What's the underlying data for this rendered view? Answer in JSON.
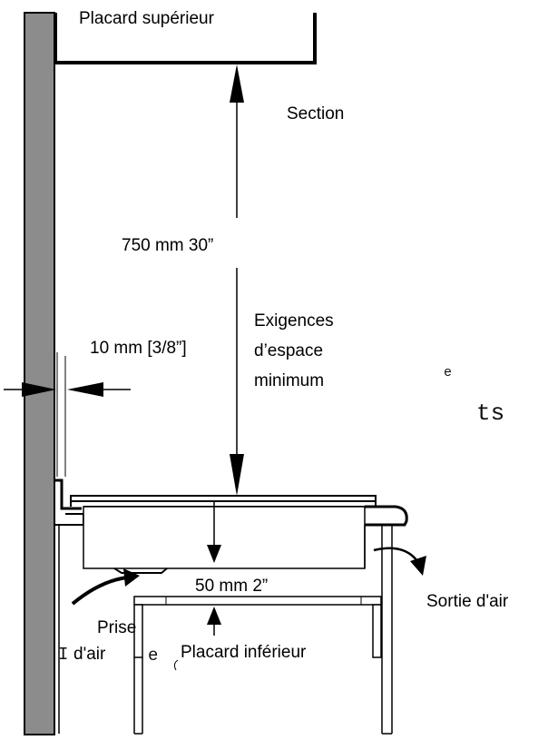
{
  "labels": {
    "upper_cabinet": "Placard supérieur",
    "section": "Section",
    "clearance_height": "750 mm 30”",
    "min_space_line1": "Exigences",
    "min_space_line2": "d’espace",
    "min_space_line3": "minimum",
    "side_gap": "10 mm [3/8”]",
    "bottom_gap": "50 mm 2”",
    "air_intake_line1": "Prise",
    "air_intake_line2": "d'air",
    "air_outlet": "Sortie d'air",
    "lower_cabinet": "Placard inférieur"
  },
  "stray_text": {
    "ts": "ts",
    "e_mark": "e",
    "small_e": "e",
    "cursor_i": "I"
  },
  "colors": {
    "wall": "#8c8c8c",
    "line": "#000000",
    "background": "#ffffff"
  }
}
